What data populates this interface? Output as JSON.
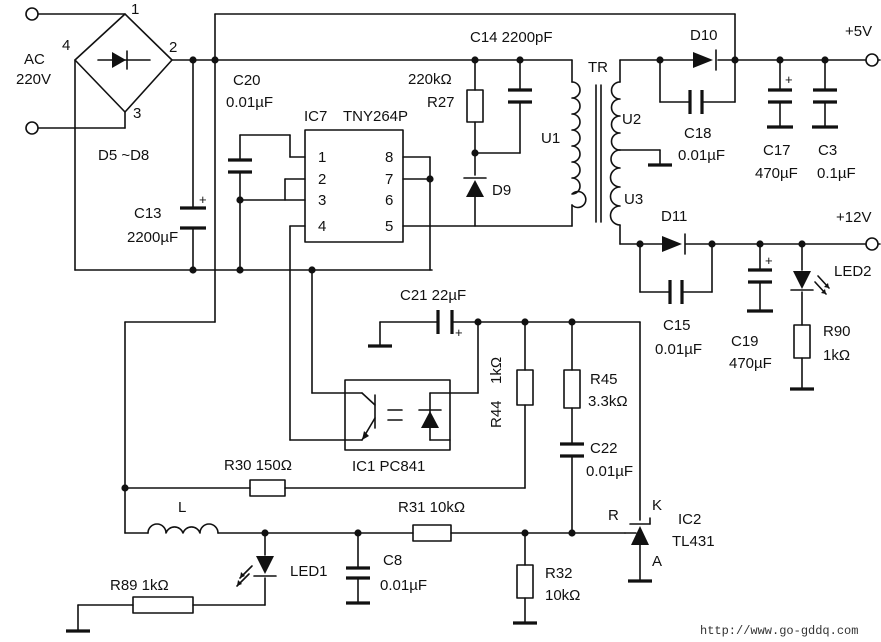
{
  "labels": {
    "ac_line1": "AC",
    "ac_line2": "220V",
    "bridge_pin1": "1",
    "bridge_pin2": "2",
    "bridge_pin3": "3",
    "bridge_pin4": "4",
    "bridge_name": "D5 ~D8",
    "c13_name": "C13",
    "c13_value": "2200µF",
    "c20_name": "C20",
    "c20_value": "0.01µF",
    "ic7_name": "IC7",
    "ic7_part": "TNY264P",
    "pin1": "1",
    "pin2": "2",
    "pin3": "3",
    "pin4": "4",
    "pin5": "5",
    "pin6": "6",
    "pin7": "7",
    "pin8": "8",
    "c14_label": "C14  2200pF",
    "r27_value": "220kΩ",
    "r27_name": "R27",
    "d9_name": "D9",
    "u1_name": "U1",
    "tr_name": "TR",
    "u2_name": "U2",
    "u3_name": "U3",
    "d10_name": "D10",
    "c18_name": "C18",
    "c18_value": "0.01µF",
    "c17_name": "C17",
    "c17_value": "470µF",
    "c3_name": "C3",
    "c3_value": "0.1µF",
    "out5": "+5V",
    "d11_name": "D11",
    "out12": "+12V",
    "led2_name": "LED2",
    "c15_name": "C15",
    "c15_value": "0.01µF",
    "c19_name": "C19",
    "c19_value": "470µF",
    "r90_name": "R90",
    "r90_value": "1kΩ",
    "c21_label": "C21  22µF",
    "r44_name": "R44",
    "r44_value": "1kΩ",
    "r45_name": "R45",
    "r45_value": "3.3kΩ",
    "c22_name": "C22",
    "c22_value": "0.01µF",
    "ic1_label": "IC1  PC841",
    "r30_label": "R30  150Ω",
    "l_name": "L",
    "r31_label": "R31  10kΩ",
    "r_pin": "R",
    "k_pin": "K",
    "a_pin": "A",
    "ic2_name": "IC2",
    "ic2_part": "TL431",
    "led1_name": "LED1",
    "c8_name": "C8",
    "c8_value": "0.01µF",
    "r32_name": "R32",
    "r32_value": "10kΩ",
    "r89_label": "R89  1kΩ",
    "watermark": "http://www.go-gddq.com"
  }
}
